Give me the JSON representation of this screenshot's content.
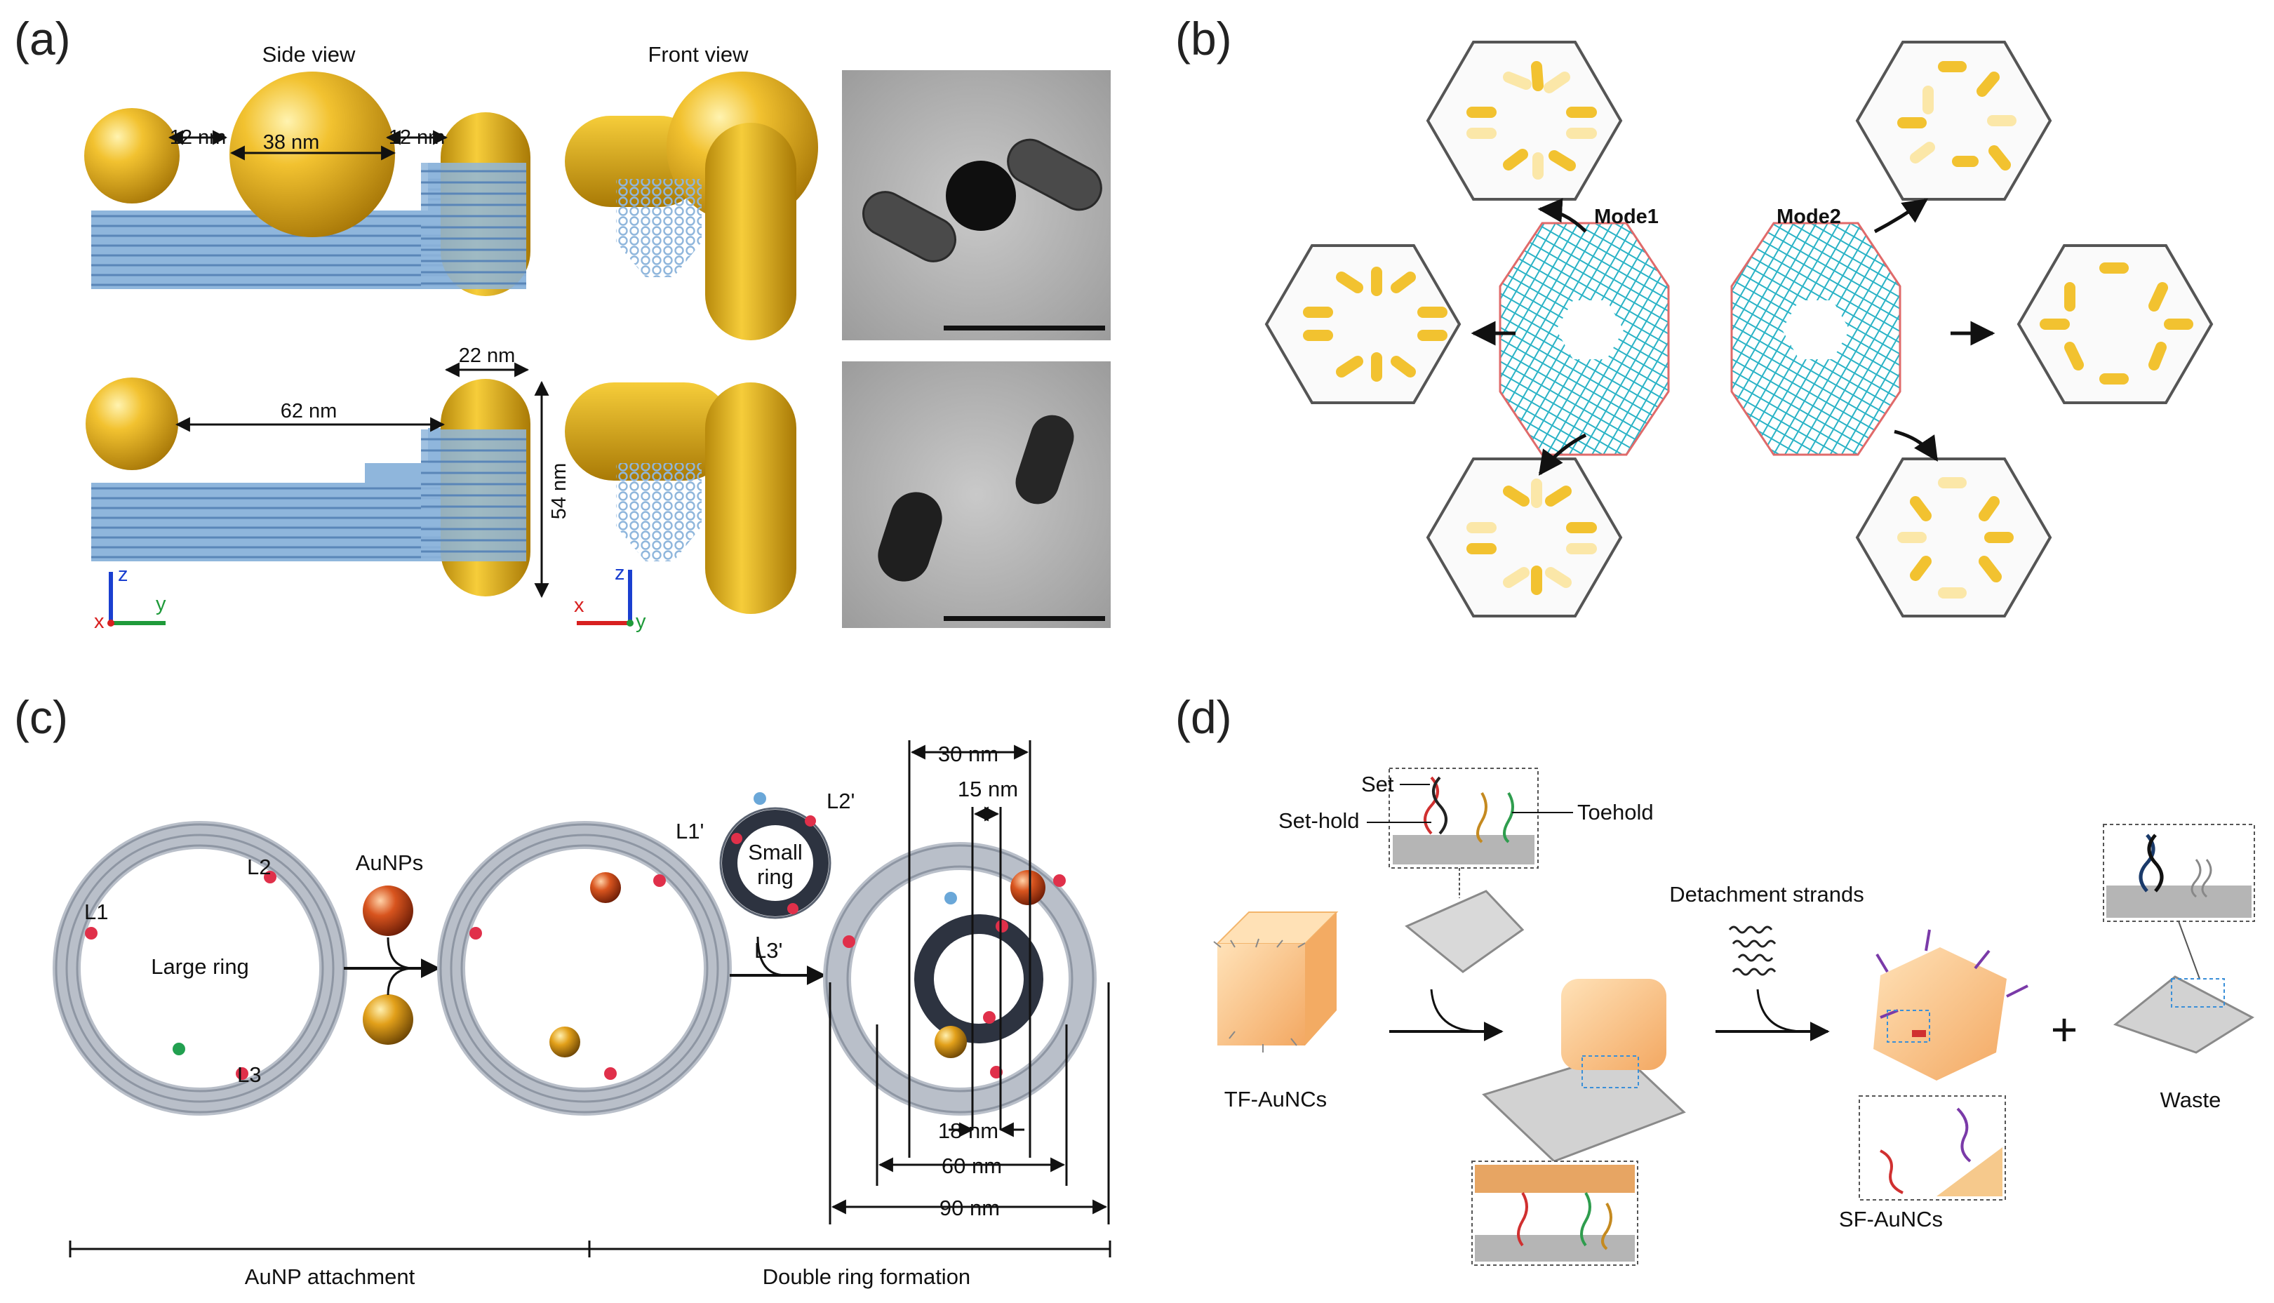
{
  "panels": {
    "a": {
      "label": "(a)",
      "side_view": "Side view",
      "front_view": "Front view",
      "dims_top": [
        "12 nm",
        "38 nm",
        "12 nm"
      ],
      "dim_width": "22 nm",
      "dim_gap": "62 nm",
      "dim_height": "54 nm",
      "axes_left": {
        "z": "z",
        "x": "x",
        "y": "y"
      },
      "axes_right": {
        "z": "z",
        "x": "x",
        "y": "y"
      }
    },
    "b": {
      "label": "(b)",
      "mode1": "Mode1",
      "mode2": "Mode2"
    },
    "c": {
      "label": "(c)",
      "large_ring": "Large ring",
      "auNPs": "AuNPs",
      "small_ring_line1": "Small",
      "small_ring_line2": "ring",
      "sites": [
        "L1",
        "L2",
        "L3",
        "L1'",
        "L2'",
        "L3'"
      ],
      "dims": [
        "30 nm",
        "15 nm",
        "18 nm",
        "60 nm",
        "90 nm"
      ],
      "stage1": "AuNP attachment",
      "stage2": "Double ring formation"
    },
    "d": {
      "label": "(d)",
      "set": "Set",
      "set_hold": "Set-hold",
      "toehold": "Toehold",
      "detachment": "Detachment strands",
      "tf": "TF-AuNCs",
      "sf": "SF-AuNCs",
      "waste": "Waste",
      "plus": "+"
    }
  },
  "colors": {
    "gold": "#e8b31c",
    "origami_blue": "#8fb6dc",
    "ring_gray": "#b9bfc9",
    "ring_dark": "#2d3340",
    "site_red": "#e0304a",
    "site_green": "#22a050",
    "cube_orange": "#f6c27e"
  }
}
